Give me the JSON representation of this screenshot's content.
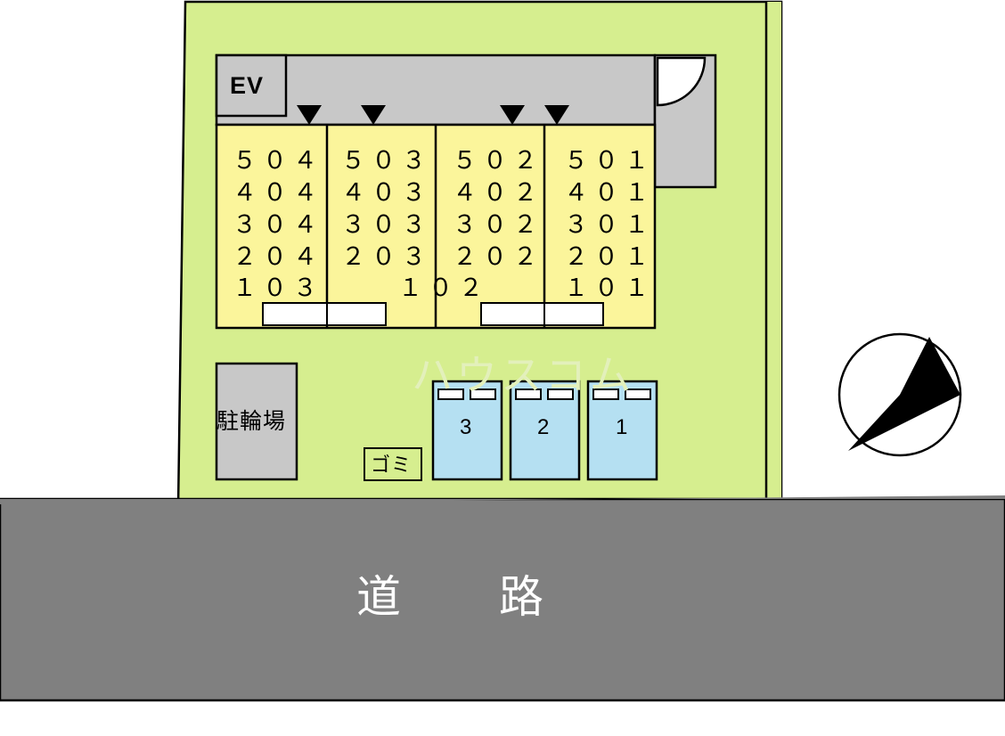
{
  "diagram": {
    "title": "building-site-layout",
    "colors": {
      "site": "#d6ee8f",
      "building_units": "#fbf59b",
      "corridor": "#c8c8c8",
      "parking": "#b5e0f2",
      "road": "#808080",
      "bike_area": "#c8c8c8",
      "outline": "#000000",
      "watermark": "#e3f0bb",
      "road_text": "#ffffff"
    },
    "elevator": {
      "label": "EV"
    },
    "watermark": {
      "text": "ハウスコム"
    },
    "unit_columns": [
      {
        "name": "column-504",
        "rooms": [
          "５０４",
          "４０４",
          "３０４",
          "２０４",
          "１０３"
        ]
      },
      {
        "name": "column-503",
        "rooms": [
          "５０３",
          "４０３",
          "３０３",
          "２０３",
          "１０２"
        ]
      },
      {
        "name": "column-502",
        "rooms": [
          "５０２",
          "４０２",
          "３０２",
          "２０２"
        ]
      },
      {
        "name": "column-501",
        "rooms": [
          "５０１",
          "４０１",
          "３０１",
          "２０１",
          "１０１"
        ]
      }
    ],
    "facilities": {
      "bike_parking": "駐輪場",
      "garbage": "ゴミ"
    },
    "parking_spaces": [
      {
        "name": "parking-space-3",
        "label": "3"
      },
      {
        "name": "parking-space-2",
        "label": "2"
      },
      {
        "name": "parking-space-1",
        "label": "1"
      }
    ],
    "road": {
      "label": "道　路"
    },
    "compass": {
      "name": "north-compass"
    }
  }
}
